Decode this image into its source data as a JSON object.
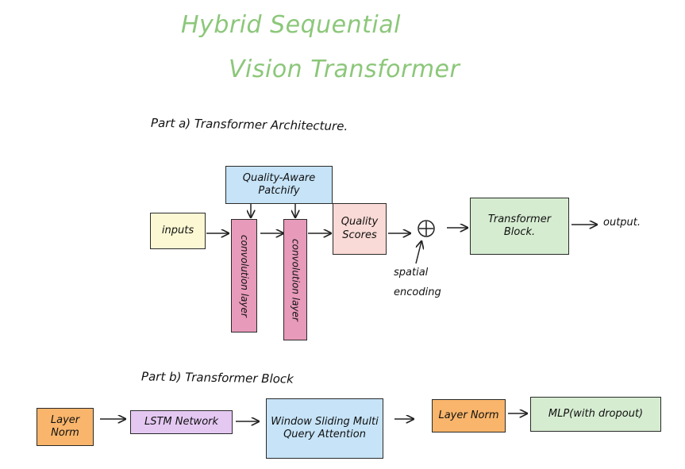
{
  "title": {
    "line1": "Hybrid Sequential",
    "line2": "Vision Transformer"
  },
  "part_a": {
    "heading": "Part a) Transformer Architecture.",
    "nodes": {
      "inputs": "inputs",
      "quality_aware_patchify": "Quality-Aware Patchify",
      "conv_layer_1": "convolution layer",
      "conv_layer_2": "convolution layer",
      "quality_scores": "Quality Scores",
      "plus": "⊕",
      "spatial_encoding": "spatial encoding",
      "transformer_block": "Transformer Block.",
      "output": "output."
    }
  },
  "part_b": {
    "heading": "Part b) Transformer Block",
    "nodes": {
      "layer_norm_1": "Layer Norm",
      "lstm": "LSTM Network",
      "attention": "Window Sliding Multi Query Attention",
      "layer_norm_2": "Layer Norm",
      "mlp": "MLP(with dropout)"
    }
  },
  "colors": {
    "title": "#8cc77a",
    "inputs": "#fbf8d3",
    "patchify": "#c6e3f7",
    "conv": "#e79ab9",
    "quality_scores": "#f9dad6",
    "transformer_block": "#d5ecd0",
    "layer_norm": "#f8b56b",
    "lstm": "#e4c8f2",
    "attention": "#c6e3f7",
    "mlp": "#d5ecd0"
  }
}
